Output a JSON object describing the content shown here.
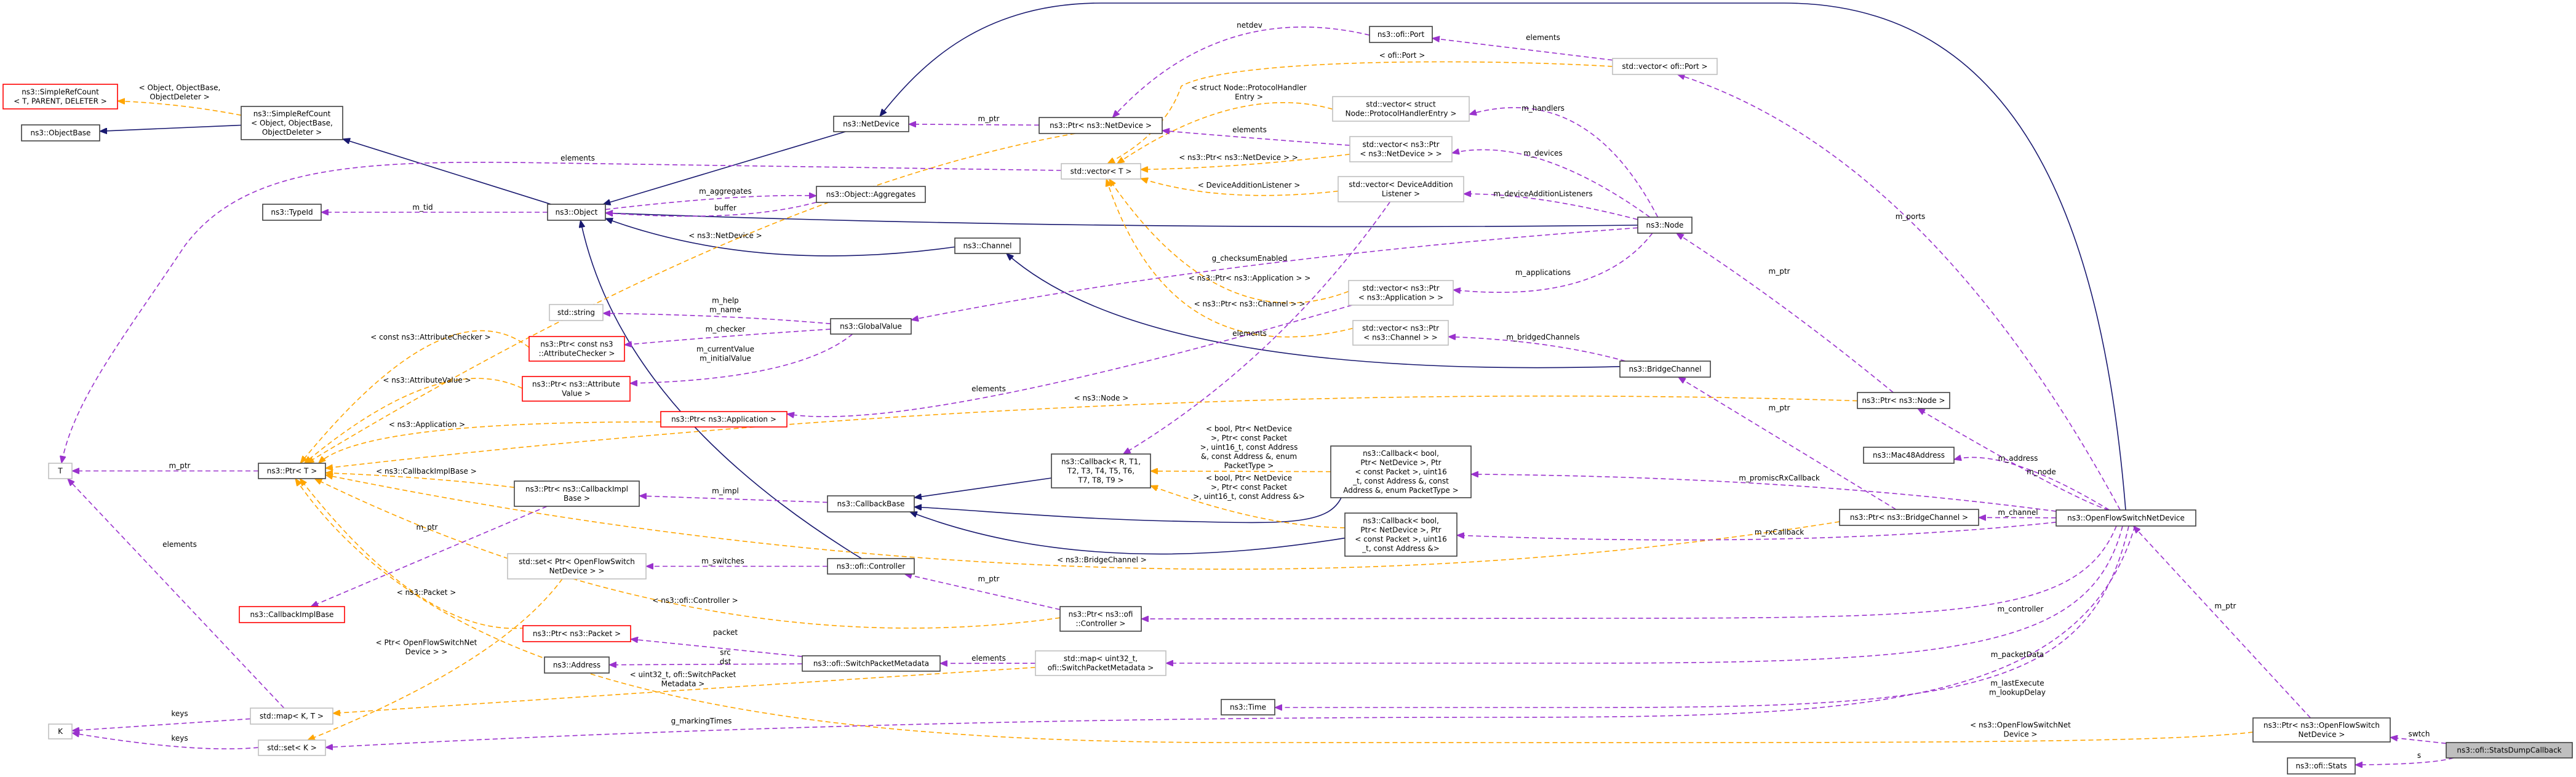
{
  "title": "Collaboration diagram for ns3::ofi::StatsDumpCallback",
  "colors": {
    "inheritance": "#191970",
    "usage": "#9a32cd",
    "template": "#ffa500",
    "node_border": "#404040",
    "external_border": "#bfbfbf",
    "undocumented_border": "#ff0000",
    "focus_fill": "#bfbfbf"
  },
  "nodes": [
    {
      "id": "srcT",
      "style": "red",
      "label": [
        "ns3::SimpleRefCount",
        "< T, PARENT, DELETER >"
      ]
    },
    {
      "id": "objBase",
      "style": "normal",
      "label": [
        "ns3::ObjectBase"
      ]
    },
    {
      "id": "srcObj",
      "style": "normal",
      "label": [
        "ns3::SimpleRefCount",
        "< Object, ObjectBase,",
        "ObjectDeleter >"
      ]
    },
    {
      "id": "typeId",
      "style": "normal",
      "label": [
        "ns3::TypeId"
      ]
    },
    {
      "id": "object",
      "style": "normal",
      "label": [
        "ns3::Object"
      ]
    },
    {
      "id": "aggregates",
      "style": "normal",
      "label": [
        "ns3::Object::Aggregates"
      ]
    },
    {
      "id": "netDevice",
      "style": "normal",
      "label": [
        "ns3::NetDevice"
      ]
    },
    {
      "id": "ptrNetDevice",
      "style": "normal",
      "label": [
        "ns3::Ptr< ns3::NetDevice >"
      ]
    },
    {
      "id": "vectorT",
      "style": "grey",
      "label": [
        "std::vector< T >"
      ]
    },
    {
      "id": "channel",
      "style": "normal",
      "label": [
        "ns3::Channel"
      ]
    },
    {
      "id": "port",
      "style": "normal",
      "label": [
        "ns3::ofi::Port"
      ]
    },
    {
      "id": "vecPort",
      "style": "grey",
      "label": [
        "std::vector< ofi::Port >"
      ]
    },
    {
      "id": "vecPHE",
      "style": "grey",
      "label": [
        "std::vector< struct",
        "Node::ProtocolHandlerEntry >"
      ]
    },
    {
      "id": "vecPtrND",
      "style": "grey",
      "label": [
        "std::vector< ns3::Ptr",
        "< ns3::NetDevice > >"
      ]
    },
    {
      "id": "vecDAL",
      "style": "grey",
      "label": [
        "std::vector< DeviceAddition",
        "Listener >"
      ]
    },
    {
      "id": "node",
      "style": "normal",
      "label": [
        "ns3::Node"
      ]
    },
    {
      "id": "vecPtrApp",
      "style": "grey",
      "label": [
        "std::vector< ns3::Ptr",
        "< ns3::Application > >"
      ]
    },
    {
      "id": "vecPtrCh",
      "style": "grey",
      "label": [
        "std::vector< ns3::Ptr",
        "< ns3::Channel > >"
      ]
    },
    {
      "id": "bridgeChannel",
      "style": "normal",
      "label": [
        "ns3::BridgeChannel"
      ]
    },
    {
      "id": "ptrNode",
      "style": "normal",
      "label": [
        "ns3::Ptr< ns3::Node >"
      ]
    },
    {
      "id": "mac48",
      "style": "normal",
      "label": [
        "ns3::Mac48Address"
      ]
    },
    {
      "id": "cbPT",
      "style": "normal",
      "label": [
        "ns3::Callback< bool,",
        "Ptr< NetDevice >, Ptr",
        "< const Packet >, uint16",
        "_t, const Address &, const",
        "Address &, enum PacketType >"
      ]
    },
    {
      "id": "cbAmp",
      "style": "normal",
      "label": [
        "ns3::Callback< bool,",
        "Ptr< NetDevice >, Ptr",
        "< const Packet >, uint16",
        "_t, const Address &>"
      ]
    },
    {
      "id": "ptrBridge",
      "style": "normal",
      "label": [
        "ns3::Ptr< ns3::BridgeChannel >"
      ]
    },
    {
      "id": "ofsnd",
      "style": "normal",
      "label": [
        "ns3::OpenFlowSwitchNetDevice"
      ]
    },
    {
      "id": "ptrOfsnd",
      "style": "normal",
      "label": [
        "ns3::Ptr< ns3::OpenFlowSwitch",
        "NetDevice >"
      ]
    },
    {
      "id": "statsDump",
      "style": "focus",
      "label": [
        "ns3::ofi::StatsDumpCallback"
      ]
    },
    {
      "id": "stats",
      "style": "normal",
      "label": [
        "ns3::ofi::Stats"
      ]
    },
    {
      "id": "cbRT",
      "style": "normal",
      "label": [
        "ns3::Callback< R, T1,",
        "T2, T3, T4, T5, T6,",
        "T7, T8, T9 >"
      ]
    },
    {
      "id": "cbBase",
      "style": "normal",
      "label": [
        "ns3::CallbackBase"
      ]
    },
    {
      "id": "controller",
      "style": "normal",
      "label": [
        "ns3::ofi::Controller"
      ]
    },
    {
      "id": "ptrController",
      "style": "normal",
      "label": [
        "ns3::Ptr< ns3::ofi",
        "::Controller >"
      ]
    },
    {
      "id": "spm",
      "style": "normal",
      "label": [
        "ns3::ofi::SwitchPacketMetadata"
      ]
    },
    {
      "id": "mapU32",
      "style": "grey",
      "label": [
        "std::map< uint32_t,",
        "ofi::SwitchPacketMetadata >"
      ]
    },
    {
      "id": "time",
      "style": "normal",
      "label": [
        "ns3::Time"
      ]
    },
    {
      "id": "T",
      "style": "grey",
      "label": [
        "T"
      ]
    },
    {
      "id": "ptrT",
      "style": "normal",
      "label": [
        "ns3::Ptr< T >"
      ]
    },
    {
      "id": "ptrCIB",
      "style": "normal",
      "label": [
        "ns3::Ptr< ns3::CallbackImpl",
        "Base >"
      ]
    },
    {
      "id": "CIB",
      "style": "red",
      "label": [
        "ns3::CallbackImplBase"
      ]
    },
    {
      "id": "setPtrOfsnd",
      "style": "grey",
      "label": [
        "std::set< Ptr< OpenFlowSwitch",
        "NetDevice > >"
      ]
    },
    {
      "id": "ptrPacket",
      "style": "red",
      "label": [
        "ns3::Ptr< ns3::Packet >"
      ]
    },
    {
      "id": "address",
      "style": "normal",
      "label": [
        "ns3::Address"
      ]
    },
    {
      "id": "mapKT",
      "style": "grey",
      "label": [
        "std::map< K, T >"
      ]
    },
    {
      "id": "K",
      "style": "grey",
      "label": [
        "K"
      ]
    },
    {
      "id": "setK",
      "style": "grey",
      "label": [
        "std::set< K >"
      ]
    },
    {
      "id": "string",
      "style": "grey",
      "label": [
        "std::string"
      ]
    },
    {
      "id": "ptrAC",
      "style": "red",
      "label": [
        "ns3::Ptr< const ns3",
        "::AttributeChecker >"
      ]
    },
    {
      "id": "ptrAV",
      "style": "red",
      "label": [
        "ns3::Ptr< ns3::Attribute",
        "Value >"
      ]
    },
    {
      "id": "globalValue",
      "style": "normal",
      "label": [
        "ns3::GlobalValue"
      ]
    },
    {
      "id": "ptrApp",
      "style": "red",
      "label": [
        "ns3::Ptr< ns3::Application >"
      ]
    }
  ],
  "edges": [
    {
      "from": "srcObj",
      "to": "objBase",
      "kind": "inherit",
      "label": []
    },
    {
      "from": "object",
      "to": "srcObj",
      "kind": "inherit",
      "label": []
    },
    {
      "from": "netDevice",
      "to": "object",
      "kind": "inherit",
      "label": []
    },
    {
      "from": "node",
      "to": "object",
      "kind": "inherit",
      "label": []
    },
    {
      "from": "channel",
      "to": "object",
      "kind": "inherit",
      "label": []
    },
    {
      "from": "bridgeChannel",
      "to": "channel",
      "kind": "inherit",
      "label": []
    },
    {
      "from": "controller",
      "to": "object",
      "kind": "inherit",
      "label": []
    },
    {
      "from": "ofsnd",
      "to": "netDevice",
      "kind": "inherit",
      "label": []
    },
    {
      "from": "cbRT",
      "to": "cbBase",
      "kind": "inherit",
      "label": []
    },
    {
      "from": "cbPT",
      "to": "cbBase",
      "kind": "inherit",
      "label": []
    },
    {
      "from": "cbAmp",
      "to": "cbBase",
      "kind": "inherit",
      "label": []
    },
    {
      "from": "srcObj",
      "to": "srcT",
      "kind": "template",
      "label": [
        "< Object, ObjectBase,",
        "ObjectDeleter >"
      ]
    },
    {
      "from": "ptrNetDevice",
      "to": "ptrT",
      "kind": "template",
      "label": [
        "< ns3::NetDevice >"
      ]
    },
    {
      "from": "ptrAC",
      "to": "ptrT",
      "kind": "template",
      "label": [
        "< const ns3::AttributeChecker >"
      ]
    },
    {
      "from": "ptrAV",
      "to": "ptrT",
      "kind": "template",
      "label": [
        "< ns3::AttributeValue >"
      ]
    },
    {
      "from": "ptrApp",
      "to": "ptrT",
      "kind": "template",
      "label": [
        "< ns3::Application >"
      ]
    },
    {
      "from": "ptrCIB",
      "to": "ptrT",
      "kind": "template",
      "label": [
        "< ns3::CallbackImplBase >"
      ]
    },
    {
      "from": "ptrNode",
      "to": "ptrT",
      "kind": "template",
      "label": [
        "< ns3::Node >"
      ]
    },
    {
      "from": "ptrBridge",
      "to": "ptrT",
      "kind": "template",
      "label": [
        "< ns3::BridgeChannel >"
      ]
    },
    {
      "from": "ptrController",
      "to": "ptrT",
      "kind": "template",
      "label": [
        "< ns3::ofi::Controller >"
      ]
    },
    {
      "from": "ptrPacket",
      "to": "ptrT",
      "kind": "template",
      "label": [
        "< ns3::Packet >"
      ]
    },
    {
      "from": "ptrOfsnd",
      "to": "ptrT",
      "kind": "template",
      "label": [
        "< ns3::OpenFlowSwitchNet",
        "Device >"
      ]
    },
    {
      "from": "setPtrOfsnd",
      "to": "setK",
      "kind": "template",
      "label": [
        "< Ptr< OpenFlowSwitchNet",
        "Device > >"
      ]
    },
    {
      "from": "mapU32",
      "to": "mapKT",
      "kind": "template",
      "label": [
        "< uint32_t, ofi::SwitchPacket",
        "Metadata >"
      ]
    },
    {
      "from": "vecPort",
      "to": "vectorT",
      "kind": "template",
      "label": [
        "< ofi::Port >"
      ]
    },
    {
      "from": "vecPHE",
      "to": "vectorT",
      "kind": "template",
      "label": [
        "< struct Node::ProtocolHandler",
        "Entry >"
      ]
    },
    {
      "from": "vecPtrND",
      "to": "vectorT",
      "kind": "template",
      "label": [
        "< ns3::Ptr< ns3::NetDevice > >"
      ]
    },
    {
      "from": "vecDAL",
      "to": "vectorT",
      "kind": "template",
      "label": [
        "< DeviceAdditionListener >"
      ]
    },
    {
      "from": "vecPtrApp",
      "to": "vectorT",
      "kind": "template",
      "label": [
        "< ns3::Ptr< ns3::Application > >"
      ]
    },
    {
      "from": "vecPtrCh",
      "to": "vectorT",
      "kind": "template",
      "label": [
        "< ns3::Ptr< ns3::Channel > >"
      ]
    },
    {
      "from": "cbPT",
      "to": "cbRT",
      "kind": "template",
      "label": [
        "< bool, Ptr< NetDevice",
        ">, Ptr< const Packet",
        ">, uint16_t, const Address",
        "&, const Address &, enum",
        "PacketType >"
      ]
    },
    {
      "from": "cbAmp",
      "to": "cbRT",
      "kind": "template",
      "label": [
        "< bool, Ptr< NetDevice",
        ">, Ptr< const Packet",
        ">, uint16_t, const Address &>"
      ]
    },
    {
      "from": "object",
      "to": "typeId",
      "kind": "usage",
      "label": [
        "m_tid"
      ]
    },
    {
      "from": "vectorT",
      "to": "T",
      "kind": "usage",
      "label": [
        "elements"
      ]
    },
    {
      "from": "object",
      "to": "aggregates",
      "kind": "usage",
      "label": [
        "m_aggregates"
      ]
    },
    {
      "from": "aggregates",
      "to": "object",
      "kind": "usage",
      "label": [
        "buffer"
      ]
    },
    {
      "from": "ptrNetDevice",
      "to": "netDevice",
      "kind": "usage",
      "label": [
        "m_ptr"
      ]
    },
    {
      "from": "port",
      "to": "ptrNetDevice",
      "kind": "usage",
      "label": [
        "netdev"
      ]
    },
    {
      "from": "vecPort",
      "to": "port",
      "kind": "usage",
      "label": [
        "elements"
      ]
    },
    {
      "from": "vecPtrND",
      "to": "ptrNetDevice",
      "kind": "usage",
      "label": [
        "elements"
      ]
    },
    {
      "from": "node",
      "to": "vecPHE",
      "kind": "usage",
      "label": [
        "m_handlers"
      ]
    },
    {
      "from": "node",
      "to": "vecPtrND",
      "kind": "usage",
      "label": [
        "m_devices"
      ]
    },
    {
      "from": "node",
      "to": "vecDAL",
      "kind": "usage",
      "label": [
        "m_deviceAdditionListeners"
      ]
    },
    {
      "from": "node",
      "to": "globalValue",
      "kind": "usage",
      "label": [
        "g_checksumEnabled"
      ]
    },
    {
      "from": "node",
      "to": "vecPtrApp",
      "kind": "usage",
      "label": [
        "m_applications"
      ]
    },
    {
      "from": "vecDAL",
      "to": "cbRT",
      "kind": "usage",
      "label": [
        "elements"
      ]
    },
    {
      "from": "vecPtrApp",
      "to": "ptrApp",
      "kind": "usage",
      "label": [
        "elements"
      ]
    },
    {
      "from": "globalValue",
      "to": "string",
      "kind": "usage",
      "label": [
        "m_help",
        "m_name"
      ]
    },
    {
      "from": "globalValue",
      "to": "ptrAC",
      "kind": "usage",
      "label": [
        "m_checker"
      ]
    },
    {
      "from": "globalValue",
      "to": "ptrAV",
      "kind": "usage",
      "label": [
        "m_currentValue",
        "m_initialValue"
      ]
    },
    {
      "from": "bridgeChannel",
      "to": "vecPtrCh",
      "kind": "usage",
      "label": [
        "m_bridgedChannels"
      ]
    },
    {
      "from": "ptrNode",
      "to": "node",
      "kind": "usage",
      "label": [
        "m_ptr"
      ]
    },
    {
      "from": "ptrT",
      "to": "T",
      "kind": "usage",
      "label": [
        "m_ptr"
      ]
    },
    {
      "from": "ptrCIB",
      "to": "CIB",
      "kind": "usage",
      "label": [
        "m_ptr"
      ]
    },
    {
      "from": "cbBase",
      "to": "ptrCIB",
      "kind": "usage",
      "label": [
        "m_impl"
      ]
    },
    {
      "from": "controller",
      "to": "setPtrOfsnd",
      "kind": "usage",
      "label": [
        "m_switches"
      ]
    },
    {
      "from": "ptrController",
      "to": "controller",
      "kind": "usage",
      "label": [
        "m_ptr"
      ]
    },
    {
      "from": "spm",
      "to": "ptrPacket",
      "kind": "usage",
      "label": [
        "packet"
      ]
    },
    {
      "from": "spm",
      "to": "address",
      "kind": "usage",
      "label": [
        "src",
        "dst"
      ]
    },
    {
      "from": "mapU32",
      "to": "spm",
      "kind": "usage",
      "label": [
        "elements"
      ]
    },
    {
      "from": "mapKT",
      "to": "T",
      "kind": "usage",
      "label": [
        "elements"
      ]
    },
    {
      "from": "mapKT",
      "to": "K",
      "kind": "usage",
      "label": [
        "keys"
      ]
    },
    {
      "from": "setK",
      "to": "K",
      "kind": "usage",
      "label": [
        "keys"
      ]
    },
    {
      "from": "ptrBridge",
      "to": "bridgeChannel",
      "kind": "usage",
      "label": [
        "m_ptr"
      ]
    },
    {
      "from": "ofsnd",
      "to": "vecPort",
      "kind": "usage",
      "label": [
        "m_ports"
      ]
    },
    {
      "from": "ofsnd",
      "to": "ptrNode",
      "kind": "usage",
      "label": [
        "m_node"
      ]
    },
    {
      "from": "ofsnd",
      "to": "mac48",
      "kind": "usage",
      "label": [
        "m_address"
      ]
    },
    {
      "from": "ofsnd",
      "to": "cbPT",
      "kind": "usage",
      "label": [
        "m_promiscRxCallback"
      ]
    },
    {
      "from": "ofsnd",
      "to": "ptrBridge",
      "kind": "usage",
      "label": [
        "m_channel"
      ]
    },
    {
      "from": "ofsnd",
      "to": "cbAmp",
      "kind": "usage",
      "label": [
        "m_rxCallback"
      ]
    },
    {
      "from": "ofsnd",
      "to": "ptrController",
      "kind": "usage",
      "label": [
        "m_controller"
      ]
    },
    {
      "from": "ofsnd",
      "to": "mapU32",
      "kind": "usage",
      "label": [
        "m_packetData"
      ]
    },
    {
      "from": "ofsnd",
      "to": "time",
      "kind": "usage",
      "label": [
        "m_lastExecute",
        "m_lookupDelay"
      ]
    },
    {
      "from": "ofsnd",
      "to": "setK",
      "kind": "usage",
      "label": [
        "g_markingTimes"
      ]
    },
    {
      "from": "ptrOfsnd",
      "to": "ofsnd",
      "kind": "usage",
      "label": [
        "m_ptr"
      ]
    },
    {
      "from": "statsDump",
      "to": "ptrOfsnd",
      "kind": "usage",
      "label": [
        "swtch"
      ]
    },
    {
      "from": "statsDump",
      "to": "stats",
      "kind": "usage",
      "label": [
        "s"
      ]
    }
  ]
}
